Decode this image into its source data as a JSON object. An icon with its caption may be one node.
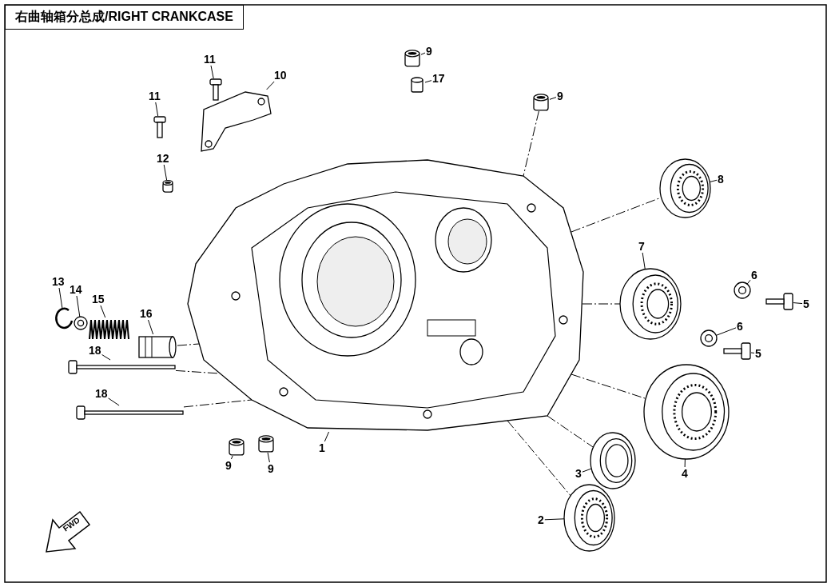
{
  "diagram": {
    "title": "右曲轴箱分总成/RIGHT CRANKCASE",
    "nodes": [
      {
        "text": [
          "9"
        ]
      },
      {
        "text": [],
        "shape": "cylinder"
      },
      {
        "text": [
          "17"
        ]
      },
      {
        "text": [],
        "shape": "cylinder"
      },
      {
        "text": [
          "9"
        ]
      },
      {
        "text": [],
        "shape": "cylinder"
      },
      {
        "text": [
          "11"
        ]
      },
      {
        "text": [],
        "shape": "picture"
      },
      {
        "text": [
          "10"
        ]
      },
      {
        "text": [],
        "shape": "picture"
      },
      {
        "text": [
          "11"
        ]
      },
      {
        "text": [],
        "shape": "picture"
      },
      {
        "text": [
          "8"
        ]
      },
      {
        "text": [],
        "shape": "picture"
      },
      {
        "text": [
          "12"
        ]
      },
      {
        "text": [],
        "shape": "cylinder"
      },
      {
        "text": [
          "7"
        ]
      },
      {
        "text": [],
        "shape": "picture"
      },
      {
        "text": [
          "6"
        ]
      },
      {
        "text": [],
        "shape": "picture"
      },
      {
        "text": [
          "5"
        ]
      },
      {
        "text": [],
        "shape": "picture"
      },
      {
        "text": [
          "13"
        ]
      },
      {
        "text": [],
        "shape": "picture"
      },
      {
        "text": [
          "14"
        ]
      },
      {
        "text": [],
        "shape": "picture"
      },
      {
        "text": [
          "15"
        ]
      },
      {
        "text": [],
        "shape": "picture"
      },
      {
        "text": [
          "16"
        ]
      },
      {
        "text": [],
        "shape": "picture"
      },
      {
        "text": [
          "6"
        ]
      },
      {
        "text": [],
        "shape": "picture"
      },
      {
        "text": [
          "5"
        ]
      },
      {
        "text": [],
        "shape": "picture"
      },
      {
        "text": [
          "18"
        ]
      },
      {
        "text": [],
        "shape": "picture"
      },
      {
        "text": [
          "18"
        ]
      },
      {
        "text": [],
        "shape": "picture"
      },
      {
        "text": [
          "4"
        ]
      },
      {
        "text": [],
        "shape": "picture"
      },
      {
        "text": [
          "3"
        ]
      },
      {
        "text": [],
        "shape": "picture"
      },
      {
        "text": [
          "9"
        ]
      },
      {
        "text": [],
        "shape": "cylinder"
      },
      {
        "text": [
          "9"
        ]
      },
      {
        "text": [],
        "shape": "cylinder"
      },
      {
        "text": [
          "1"
        ]
      },
      {
        "text": [],
        "shape": "picture"
      },
      {
        "text": [
          "2"
        ]
      },
      {
        "text": [],
        "shape": "picture"
      }
    ],
    "edges": [
      {
        "from": 0,
        "to": 1,
        "arrow": "none"
      },
      {
        "from": 2,
        "to": 3,
        "arrow": "none"
      },
      {
        "from": 4,
        "to": 5,
        "arrow": "none"
      },
      {
        "from": 6,
        "to": 7,
        "arrow": "none"
      },
      {
        "from": 8,
        "to": 9,
        "arrow": "none"
      },
      {
        "from": 10,
        "to": 11,
        "arrow": "none"
      },
      {
        "from": 12,
        "to": 13,
        "arrow": "none"
      },
      {
        "from": 14,
        "to": 15,
        "arrow": "none"
      },
      {
        "from": 16,
        "to": 17,
        "arrow": "none"
      },
      {
        "from": 18,
        "to": 19,
        "arrow": "none"
      },
      {
        "from": 20,
        "to": 21,
        "arrow": "none"
      },
      {
        "from": 22,
        "to": 23,
        "arrow": "none"
      },
      {
        "from": 24,
        "to": 25,
        "arrow": "none"
      },
      {
        "from": 26,
        "to": 27,
        "arrow": "none"
      },
      {
        "from": 28,
        "to": 29,
        "arrow": "none"
      },
      {
        "from": 30,
        "to": 31,
        "arrow": "none"
      },
      {
        "from": 32,
        "to": 33,
        "arrow": "none"
      },
      {
        "from": 34,
        "to": 35,
        "arrow": "none"
      },
      {
        "from": 36,
        "to": 37,
        "arrow": "none"
      },
      {
        "from": 38,
        "to": 39,
        "arrow": "none"
      },
      {
        "from": 40,
        "to": 41,
        "arrow": "none"
      },
      {
        "from": 42,
        "to": 43,
        "arrow": "none"
      },
      {
        "from": 44,
        "to": 45,
        "arrow": "none"
      },
      {
        "from": 46,
        "to": 47,
        "arrow": "none"
      },
      {
        "from": 48,
        "to": 49,
        "arrow": "none"
      },
      {
        "from": 5,
        "to": 47,
        "arrow": "none",
        "style": "dashed"
      },
      {
        "from": 47,
        "to": 13,
        "arrow": "none",
        "style": "dashed"
      },
      {
        "from": 47,
        "to": 17,
        "arrow": "none",
        "style": "dashed"
      },
      {
        "from": 29,
        "to": 47,
        "arrow": "none",
        "style": "dashed"
      },
      {
        "from": 35,
        "to": 47,
        "arrow": "none",
        "style": "dashed"
      },
      {
        "from": 37,
        "to": 47,
        "arrow": "none",
        "style": "dashed"
      },
      {
        "from": 47,
        "to": 39,
        "arrow": "none",
        "style": "dashed"
      },
      {
        "from": 47,
        "to": 41,
        "arrow": "none",
        "style": "dashed"
      },
      {
        "from": 47,
        "to": 49,
        "arrow": "none",
        "style": "dashed"
      }
    ],
    "labels": [
      "FWD"
    ]
  }
}
